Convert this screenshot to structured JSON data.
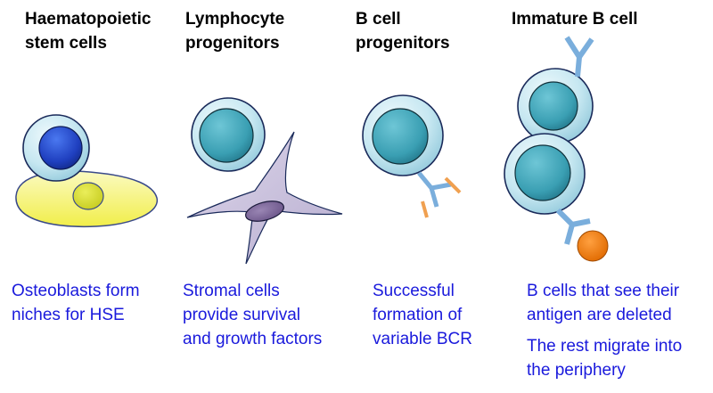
{
  "stages": [
    {
      "heading_line1": "Haematopoietic",
      "heading_line2": "stem cells",
      "caption_line1": "Osteoblasts form",
      "caption_line2": "niches for HSE"
    },
    {
      "heading_line1": "Lymphocyte",
      "heading_line2": "progenitors",
      "caption_line1": "Stromal cells",
      "caption_line2": "provide survival",
      "caption_line3": "and growth factors"
    },
    {
      "heading_line1": "B cell",
      "heading_line2": "progenitors",
      "caption_line1": "Successful",
      "caption_line2": "formation of",
      "caption_line3": "variable BCR"
    },
    {
      "heading_line1": "Immature B cell",
      "caption_line1": "B cells that see their",
      "caption_line2": "antigen are deleted",
      "caption_line3": "The rest migrate into",
      "caption_line4": "the periphery"
    }
  ],
  "colors": {
    "caption_text": "#1a1adc",
    "cell_cytoplasm": "#bfe3ee",
    "cell_nucleus": "#3a9fb3",
    "hsc_nucleus": "#1f3fbf",
    "osteoblast": "#f4f27a",
    "stromal_cell": "#c8bfdc",
    "antibody": "#7aaedc",
    "light_chain_progenitor": "#f0a050",
    "antigen": "#f07d10"
  }
}
